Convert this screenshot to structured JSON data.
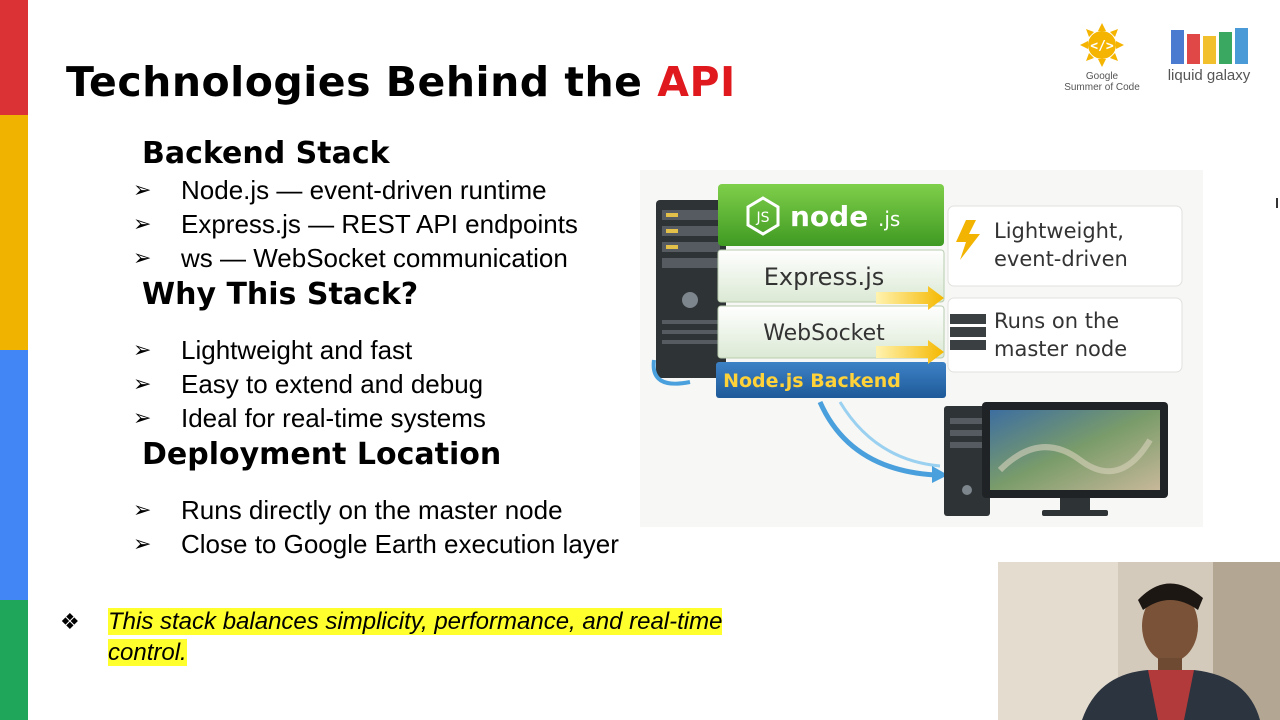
{
  "slide": {
    "title_main": "Technologies Behind the ",
    "title_highlight": "API",
    "sections": [
      {
        "heading": "Backend Stack",
        "items": [
          "Node.js — event-driven runtime",
          "Express.js — REST API endpoints",
          "ws — WebSocket communication"
        ]
      },
      {
        "heading": "Why This Stack?",
        "items": [
          "Lightweight and fast",
          "Easy to extend and debug",
          "Ideal for real-time systems"
        ]
      },
      {
        "heading": "Deployment Location",
        "items": [
          "Runs directly on the master node",
          "Close to Google Earth execution layer"
        ]
      }
    ],
    "bullet_glyph": "➢",
    "note_glyph": "❖",
    "note": "This stack balances simplicity, performance, and real-time control."
  },
  "logos": {
    "gsoc_line1": "Google",
    "gsoc_line2": "Summer of Code",
    "liquid_galaxy": "liquid galaxy"
  },
  "illustration": {
    "layers": [
      "Express.js",
      "WebSocket",
      "Node.js Backend"
    ],
    "callout_1": [
      "Lightweight,",
      "event-driven"
    ],
    "callout_2": [
      "Runs on the",
      "master node"
    ],
    "icons": [
      "server-tower-icon",
      "nodejs-logo-icon",
      "lightning-icon",
      "server-rack-icon",
      "desktop-computer-icon"
    ]
  },
  "colors": {
    "accent_red": "#e0191f",
    "highlight_yellow": "#ffff2e",
    "node_green": "#5aa830",
    "layer_blue": "#2c6fb0",
    "layer_text_yellow": "#ffd23a",
    "sidebar": [
      "#db3236",
      "#f0b400",
      "#4285f4",
      "#1fa65a"
    ],
    "lg_bars": [
      "#4a7bd0",
      "#e04848",
      "#f2c02c",
      "#3aa860",
      "#4a9ad8"
    ]
  }
}
